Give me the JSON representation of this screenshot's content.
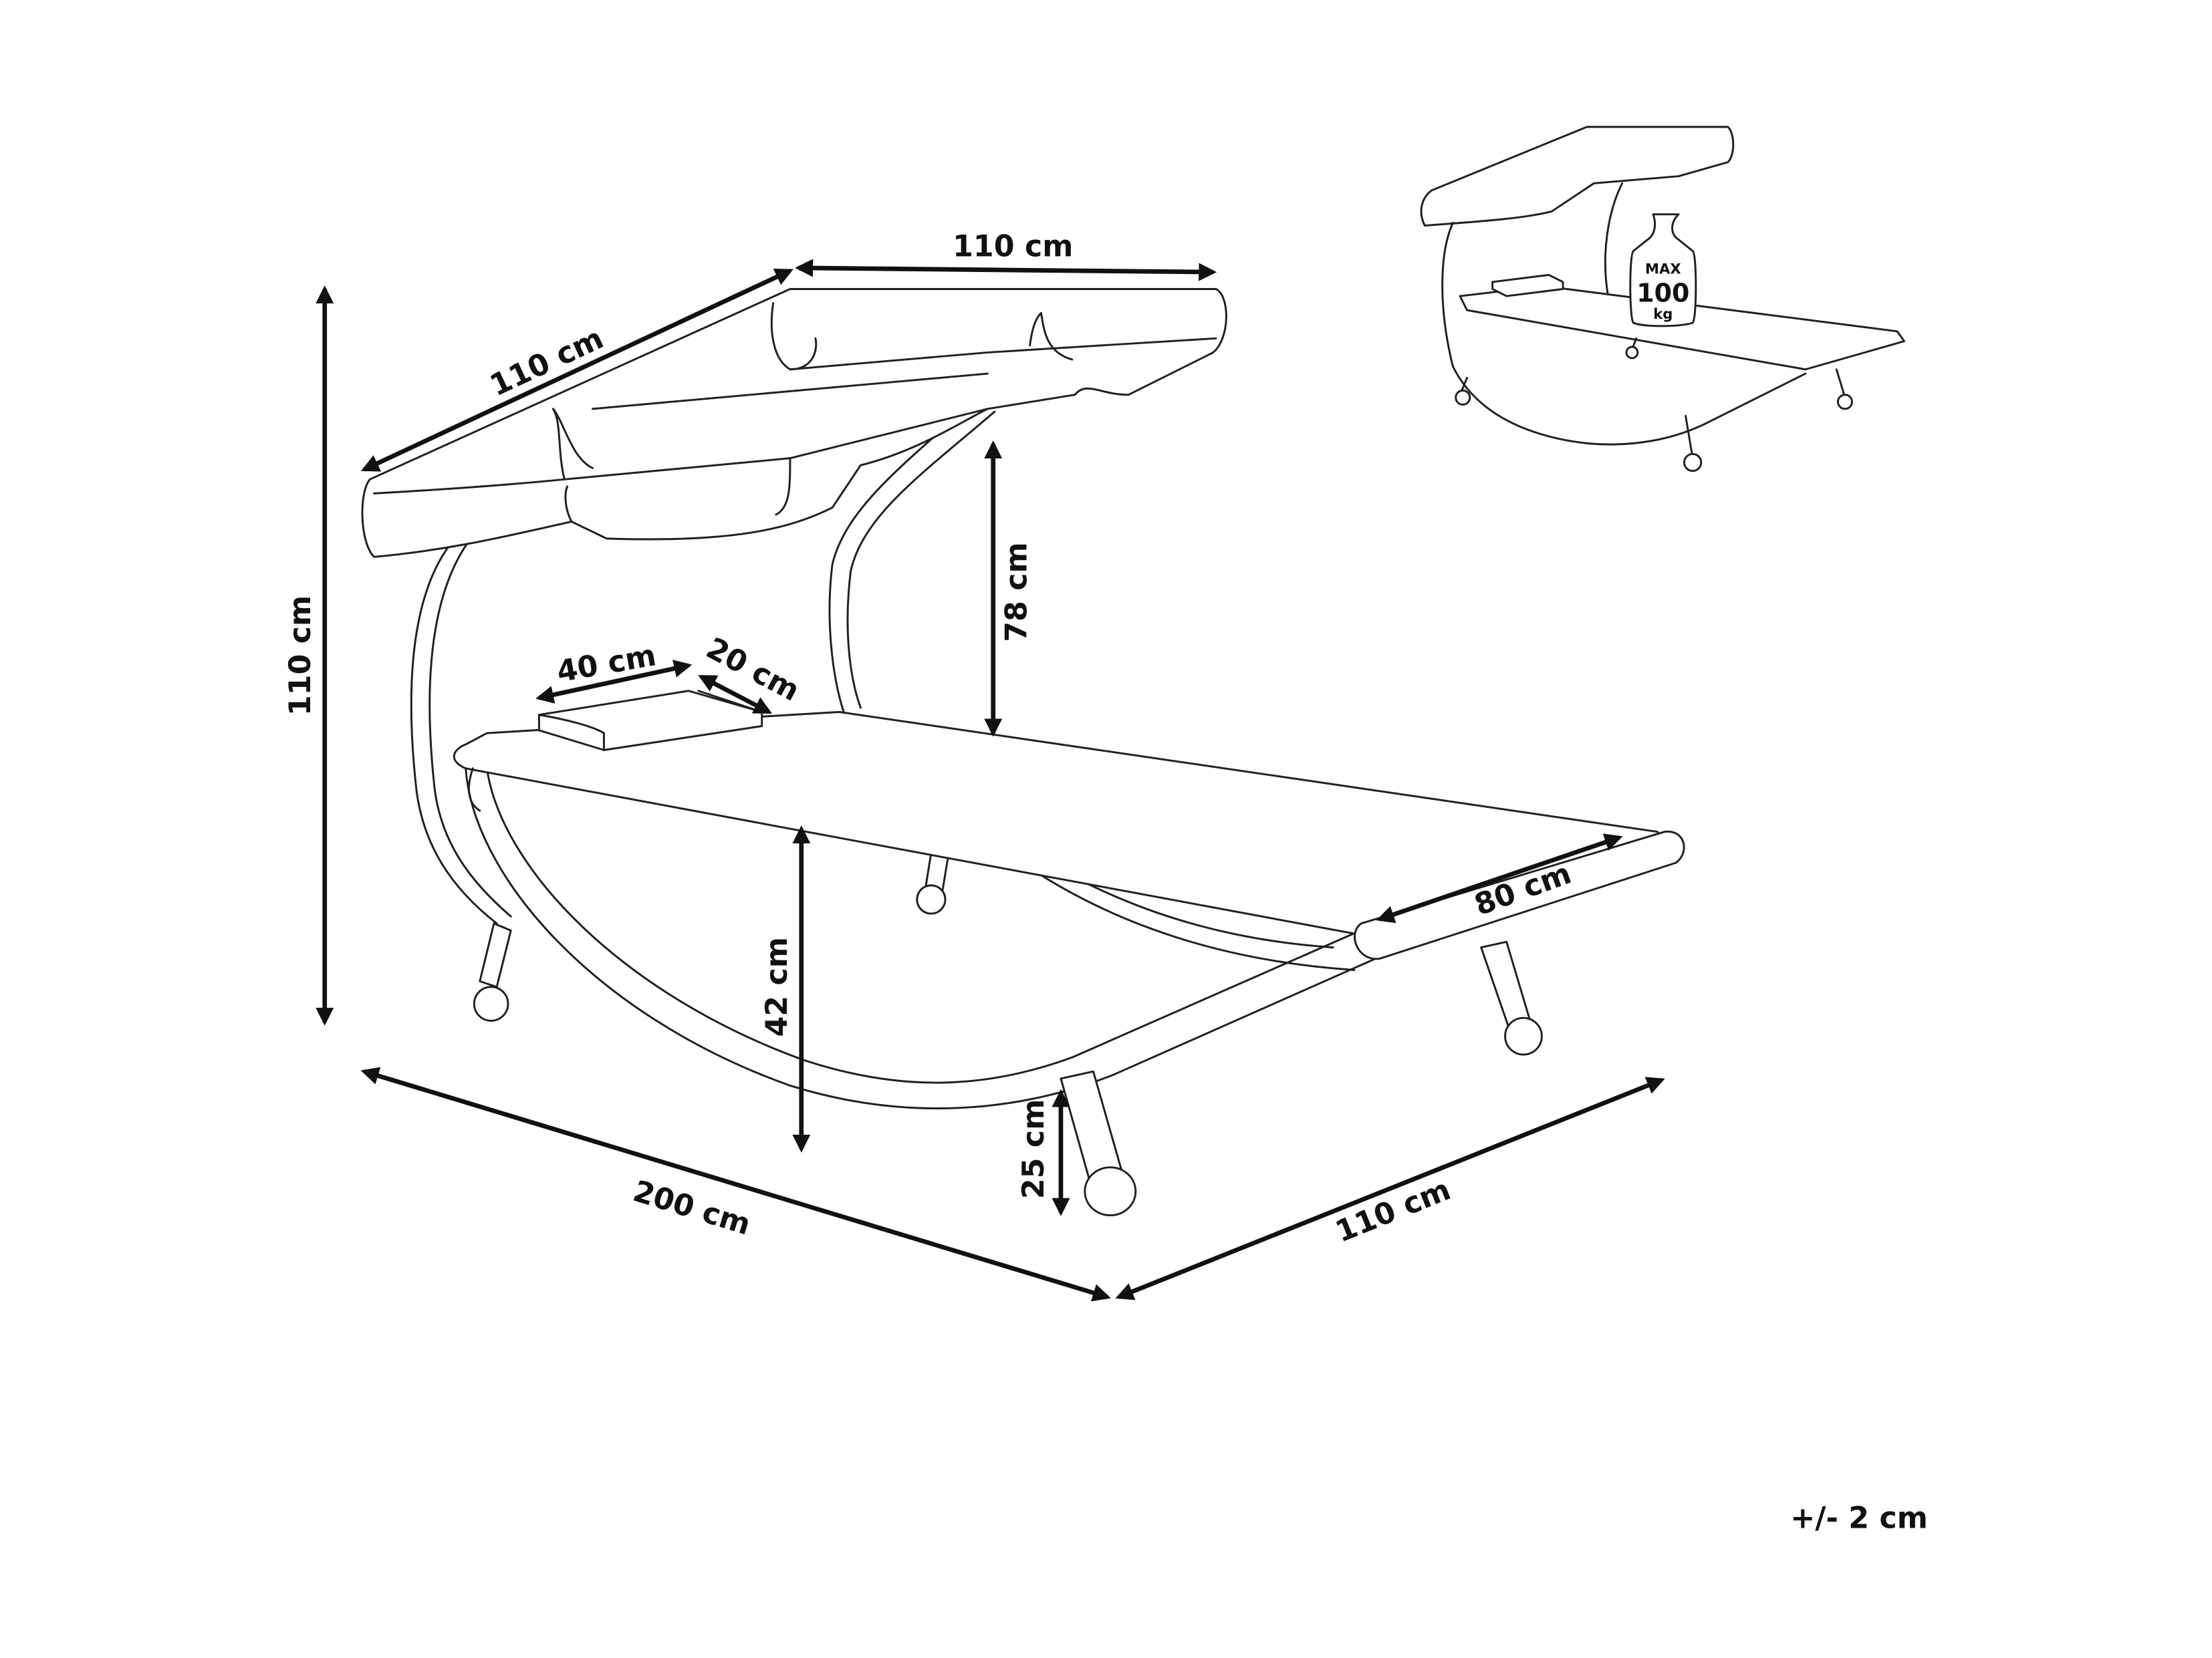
{
  "dimensions": {
    "total_height": "110 cm",
    "canopy_depth": "110 cm",
    "canopy_width": "110 cm",
    "canopy_clearance": "78 cm",
    "pillow_length": "40 cm",
    "pillow_width": "20 cm",
    "seat_height": "42 cm",
    "leg_height": "25 cm",
    "bed_width": "80 cm",
    "total_length": "200 cm",
    "total_width": "110 cm"
  },
  "tolerance": "+/- 2 cm",
  "max_load": {
    "line1": "MAX",
    "line2": "100",
    "line3": "kg"
  }
}
